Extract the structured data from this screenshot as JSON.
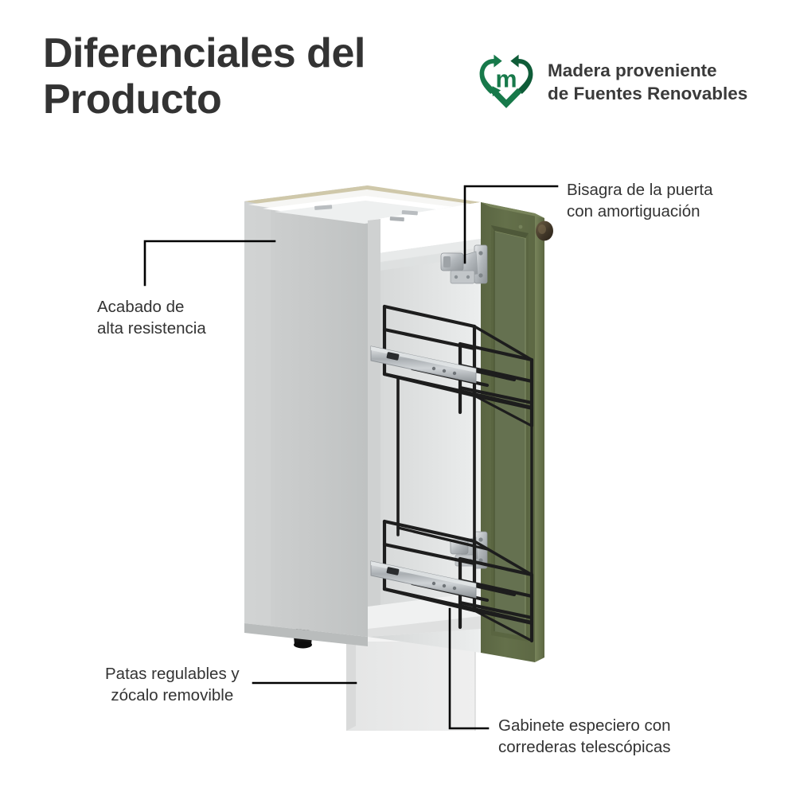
{
  "header": {
    "title": "Diferenciales del\nProducto",
    "eco_badge": {
      "logo_letter": "m",
      "text": "Madera proveniente\nde Fuentes Renovables",
      "logo_color": "#17794a",
      "logo_color_dark": "#0f5c38",
      "text_color": "#3a3a3a"
    }
  },
  "callouts": [
    {
      "id": "hinge",
      "text": "Bisagra de la puerta\ncon amortiguación"
    },
    {
      "id": "finish",
      "text": "Acabado de\nalta resistencia"
    },
    {
      "id": "legs",
      "text": "Patas regulables y\nzócalo removible"
    },
    {
      "id": "spice",
      "text": "Gabinete especiero con\ncorrederas telescópicas"
    }
  ],
  "product": {
    "name": "gabinete-base-especiero",
    "colors": {
      "background": "#ffffff",
      "cabinet_side": "#c9cbcb",
      "cabinet_side_shade": "#bcbfbf",
      "cabinet_interior": "#dcdede",
      "cabinet_interior_light": "#f1f2f2",
      "cabinet_white": "#fbfbfb",
      "edge_band": "#cdc6a8",
      "plinth": "#e9eaea",
      "plinth_shade": "#dddede",
      "door_green": "#5f6a45",
      "door_green_light": "#6f7a52",
      "door_green_dark": "#4c5538",
      "door_edge": "#7a855c",
      "knob": "#4a3f2c",
      "wire_black": "#1d1d1d",
      "slide_chrome": "#b6babd",
      "hinge_chrome": "#b9bdc0",
      "leg_black": "#1a1a1a",
      "leader_line": "#000000"
    },
    "parts": [
      "panel-lateral-blanco",
      "canto-beige-superior",
      "interior-gabinete",
      "puerta-verde-oliva",
      "pomo-puerta",
      "bisagra-superior",
      "bisagra-inferior",
      "canasto-superior-alambre",
      "canasto-inferior-alambre",
      "corredera-telescopica-superior",
      "corredera-telescopica-inferior",
      "pata-regulable",
      "zocalo-removible"
    ]
  }
}
